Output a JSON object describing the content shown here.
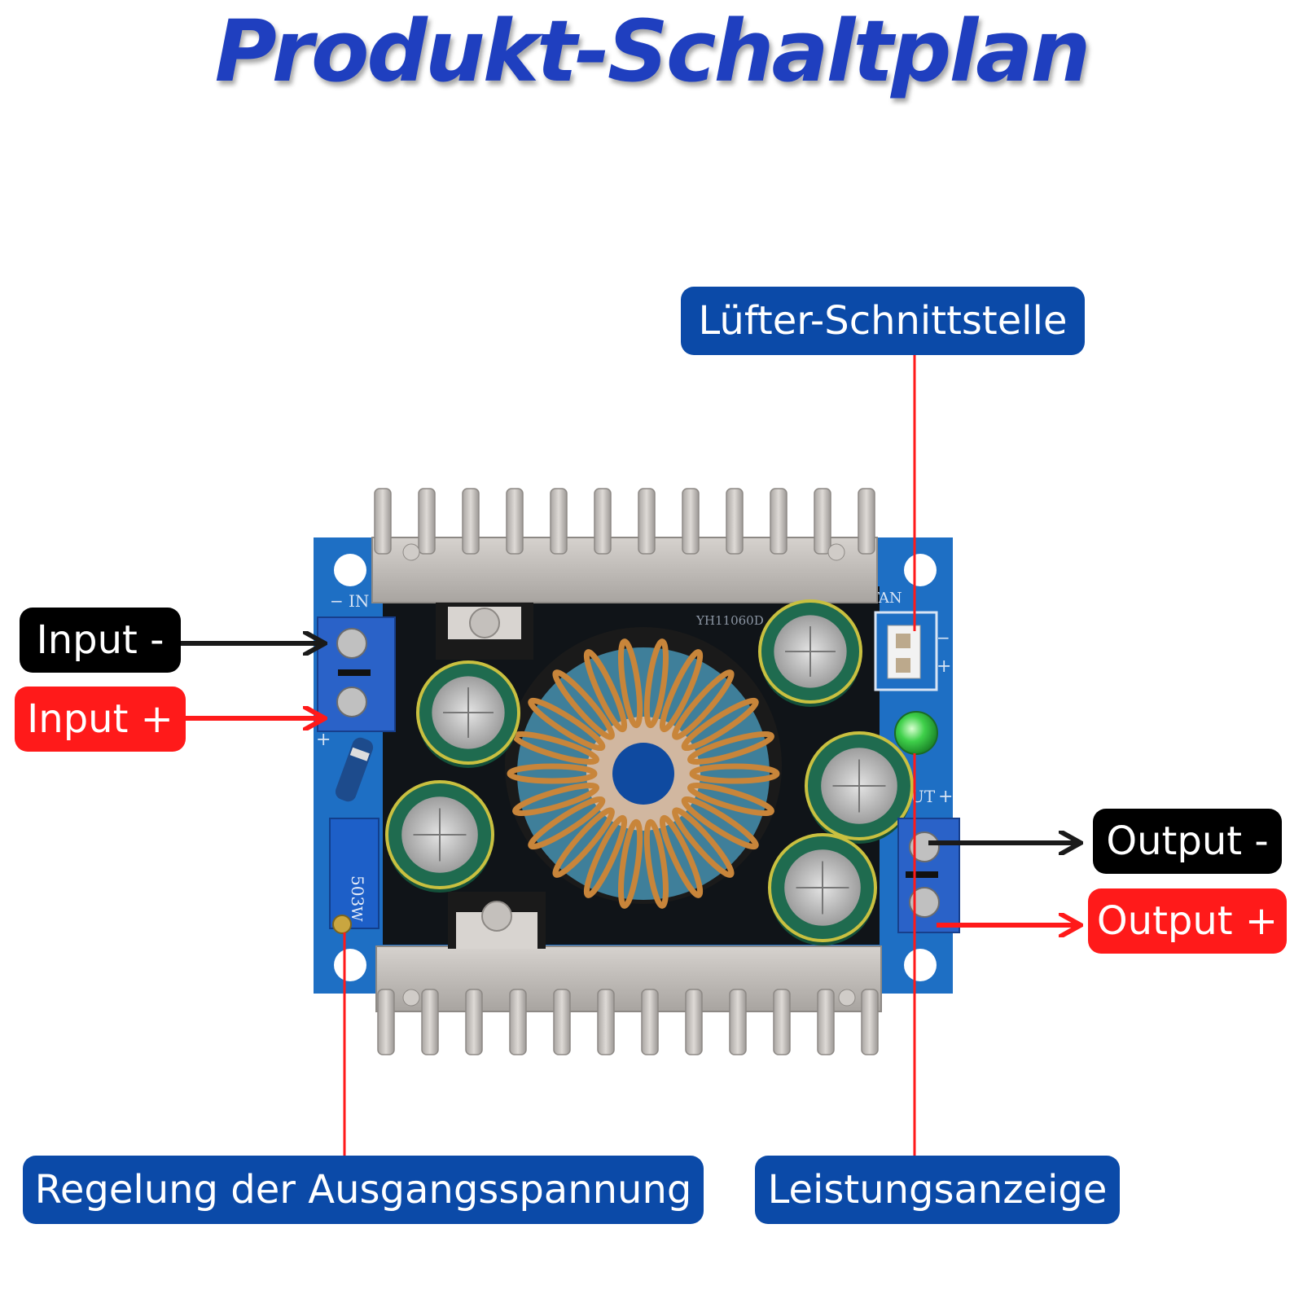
{
  "title": "Produkt-Schaltplan",
  "labels": {
    "fan_interface": "Lüfter-Schnittstelle",
    "input_minus": "Input -",
    "input_plus": "Input +",
    "output_minus": "Output -",
    "output_plus": "Output +",
    "voltage_regulation": "Regelung der Ausgangsspannung",
    "power_indicator": "Leistungsanzeige"
  },
  "board": {
    "model_marking": "YH11060D",
    "in_marking": "IN",
    "fan_marking": "FAN",
    "out_marking": "UT",
    "pot_marking": "503",
    "pot_marking_w": "W"
  },
  "colors": {
    "title_blue": "#1f3fbf",
    "label_blue": "#0b4aa8",
    "label_black": "#000000",
    "label_red": "#ff1a1a",
    "leader_line_red": "#ff1a1a",
    "pcb_blue": "#1e6fc4",
    "heatsink_silver": "#c8c4c0",
    "capacitor_green": "#1f6b4f",
    "copper_coil": "#c8853a"
  }
}
